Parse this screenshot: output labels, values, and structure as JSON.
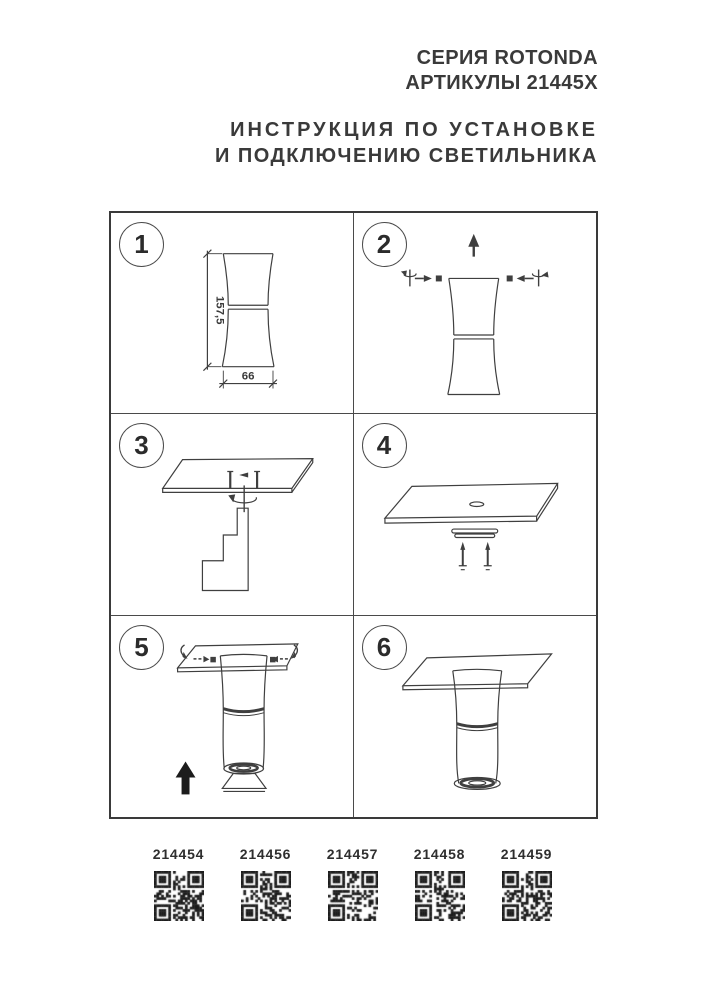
{
  "header": {
    "series": "СЕРИЯ ROTONDA",
    "articles": "АРТИКУЛЫ 21445X",
    "instruction_line1": "ИНСТРУКЦИЯ ПО УСТАНОВКЕ",
    "instruction_line2": "И ПОДКЛЮЧЕНИЮ СВЕТИЛЬНИКА"
  },
  "steps": [
    {
      "number": "1",
      "height_dim": "157,5",
      "width_dim": "66"
    },
    {
      "number": "2"
    },
    {
      "number": "3"
    },
    {
      "number": "4"
    },
    {
      "number": "5"
    },
    {
      "number": "6"
    }
  ],
  "qr_items": [
    {
      "code": "214454"
    },
    {
      "code": "214456"
    },
    {
      "code": "214457"
    },
    {
      "code": "214458"
    },
    {
      "code": "214459"
    }
  ],
  "colors": {
    "line": "#3f3f3f",
    "dark": "#1c1c1c",
    "text": "#3a3a3a",
    "background": "#ffffff"
  }
}
